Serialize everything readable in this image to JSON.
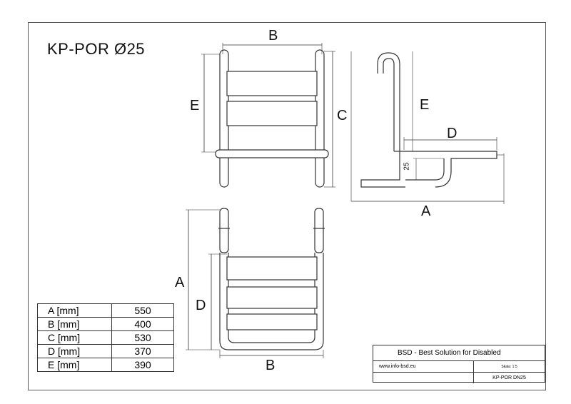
{
  "drawing": {
    "title": "KP-POR Ø25",
    "dimension_labels": {
      "top_width": "B",
      "front_left_height": "E",
      "front_right_height": "C",
      "side_height": "E",
      "side_depth": "D",
      "side_base": "A",
      "side_offset": "25",
      "bottom_height_outer": "A",
      "bottom_height_inner": "D",
      "bottom_width": "B"
    }
  },
  "dimensions_table": [
    {
      "label": "A [mm]",
      "value": "550"
    },
    {
      "label": "B [mm]",
      "value": "400"
    },
    {
      "label": "C [mm]",
      "value": "530"
    },
    {
      "label": "D [mm]",
      "value": "370"
    },
    {
      "label": "E [mm]",
      "value": "390"
    }
  ],
  "title_block": {
    "company": "BSD - Best Solution for Disabled",
    "website": "www.info-bsd.eu",
    "scale": "Skala: 1:5",
    "part_number": "KP-POR DN25"
  },
  "colors": {
    "line": "#333333",
    "frame": "#555555"
  }
}
